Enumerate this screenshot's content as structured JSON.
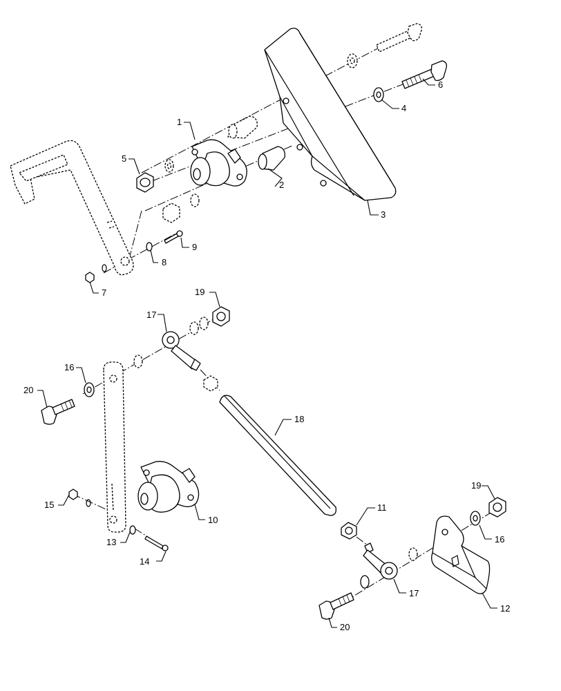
{
  "callouts": [
    {
      "id": "c1",
      "label": "1"
    },
    {
      "id": "c2",
      "label": "2"
    },
    {
      "id": "c3",
      "label": "3"
    },
    {
      "id": "c4",
      "label": "4"
    },
    {
      "id": "c5",
      "label": "5"
    },
    {
      "id": "c6",
      "label": "6"
    },
    {
      "id": "c7",
      "label": "7"
    },
    {
      "id": "c8",
      "label": "8"
    },
    {
      "id": "c9",
      "label": "9"
    },
    {
      "id": "c19a",
      "label": "19"
    },
    {
      "id": "c17a",
      "label": "17"
    },
    {
      "id": "c16a",
      "label": "16"
    },
    {
      "id": "c20a",
      "label": "20"
    },
    {
      "id": "c18",
      "label": "18"
    },
    {
      "id": "c15",
      "label": "15"
    },
    {
      "id": "c10",
      "label": "10"
    },
    {
      "id": "c13",
      "label": "13"
    },
    {
      "id": "c14",
      "label": "14"
    },
    {
      "id": "c11",
      "label": "11"
    },
    {
      "id": "c19b",
      "label": "19"
    },
    {
      "id": "c16b",
      "label": "16"
    },
    {
      "id": "c17b",
      "label": "17"
    },
    {
      "id": "c12",
      "label": "12"
    },
    {
      "id": "c20b",
      "label": "20"
    }
  ]
}
